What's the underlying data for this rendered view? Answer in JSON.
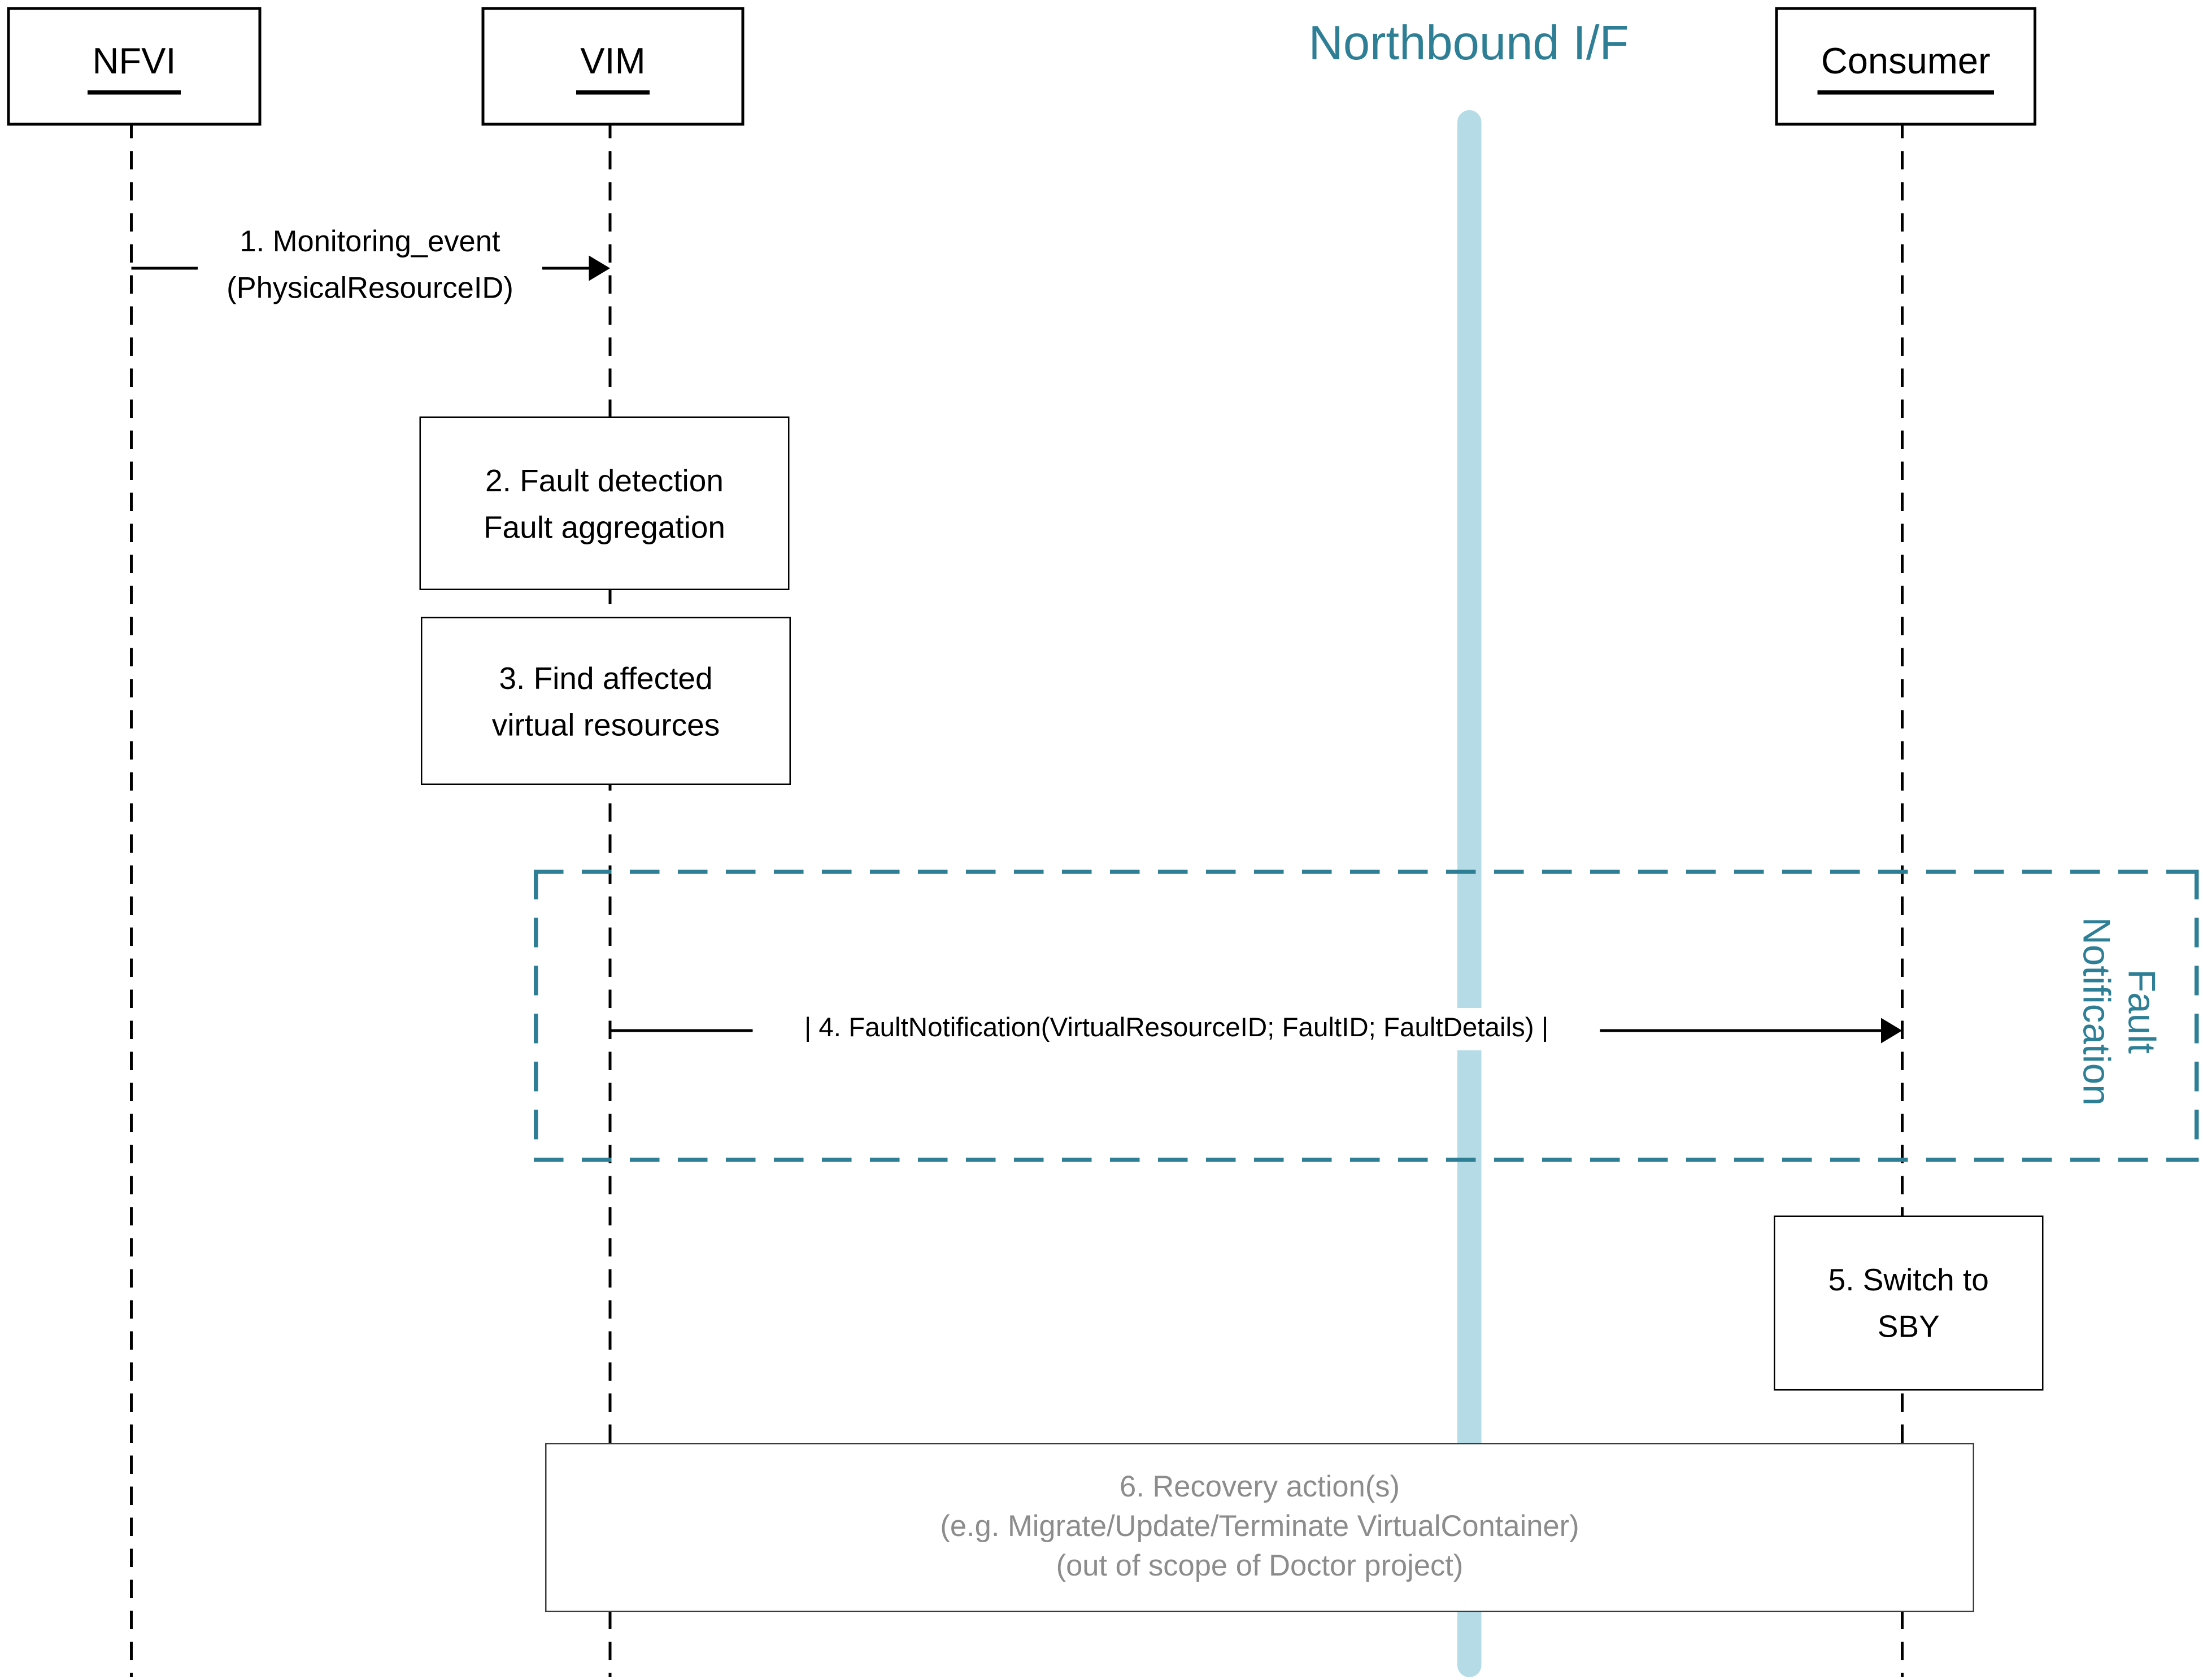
{
  "diagram": {
    "title": "Northbound I/F",
    "actors": {
      "nfvi": "NFVI",
      "vim": "VIM",
      "consumer": "Consumer"
    },
    "messages": {
      "m1": {
        "line1": "1. Monitoring_event",
        "line2": "(PhysicalResourceID)"
      },
      "m4": {
        "label": "| 4. FaultNotification(VirtualResourceID; FaultID; FaultDetails) |"
      }
    },
    "activities": {
      "a2": {
        "line1": "2. Fault detection",
        "line2": "Fault aggregation"
      },
      "a3": {
        "line1": "3. Find affected",
        "line2": "virtual resources"
      },
      "a5": {
        "line1": "5. Switch to",
        "line2": "SBY"
      },
      "a6": {
        "line1": "6. Recovery action(s)",
        "line2": "(e.g. Migrate/Update/Terminate VirtualContainer)",
        "line3": "(out of scope of Doctor project)"
      }
    },
    "frame": {
      "line1": "Fault",
      "line2": "Notification"
    },
    "colors": {
      "teal": "#2E7F95",
      "light_blue": "#B5DBE6",
      "gray_text": "#8C8C8C",
      "black": "#000000"
    }
  }
}
